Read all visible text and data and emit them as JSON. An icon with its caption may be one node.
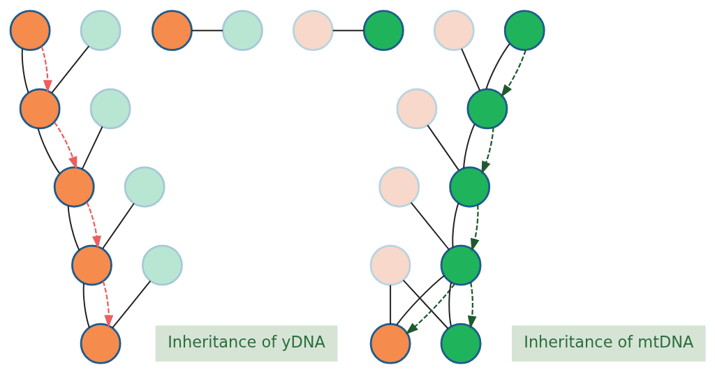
{
  "diagram": {
    "nodes": [
      {
        "text": [],
        "shape": "person"
      },
      {
        "text": [],
        "shape": "person"
      },
      {
        "text": [],
        "shape": "person"
      },
      {
        "text": [],
        "shape": "person"
      },
      {
        "text": [],
        "shape": "person"
      },
      {
        "text": [],
        "shape": "person"
      },
      {
        "text": [],
        "shape": "person"
      },
      {
        "text": [],
        "shape": "person"
      },
      {
        "text": [],
        "shape": "person"
      },
      {
        "text": [],
        "shape": "person"
      },
      {
        "text": [],
        "shape": "person"
      },
      {
        "text": [
          "Inheritance of yDNA"
        ]
      },
      {
        "text": [],
        "shape": "person"
      },
      {
        "text": [],
        "shape": "person"
      },
      {
        "text": [],
        "shape": "person"
      },
      {
        "text": [],
        "shape": "person"
      },
      {
        "text": [],
        "shape": "person"
      },
      {
        "text": [],
        "shape": "person"
      },
      {
        "text": [],
        "shape": "person"
      },
      {
        "text": [],
        "shape": "person"
      },
      {
        "text": [],
        "shape": "person"
      },
      {
        "text": [],
        "shape": "person"
      },
      {
        "text": [],
        "shape": "person"
      },
      {
        "text": [],
        "shape": "person"
      },
      {
        "text": [
          "Inheritance of mtDNA"
        ]
      }
    ],
    "edges": [
      {
        "from": 0,
        "to": 4,
        "arrow": "none"
      },
      {
        "from": 1,
        "to": 4,
        "arrow": "none"
      },
      {
        "from": 2,
        "to": 3,
        "arrow": "none"
      },
      {
        "from": 4,
        "to": 6,
        "arrow": "none"
      },
      {
        "from": 5,
        "to": 6,
        "arrow": "none"
      },
      {
        "from": 6,
        "to": 8,
        "arrow": "none"
      },
      {
        "from": 7,
        "to": 8,
        "arrow": "none"
      },
      {
        "from": 8,
        "to": 10,
        "arrow": "none"
      },
      {
        "from": 9,
        "to": 10,
        "arrow": "none"
      },
      {
        "from": 0,
        "to": 4,
        "arrow": "to",
        "style": "dashed",
        "color": "#ec5f5f"
      },
      {
        "from": 4,
        "to": 6,
        "arrow": "to",
        "style": "dashed",
        "color": "#ec5f5f"
      },
      {
        "from": 6,
        "to": 8,
        "arrow": "to",
        "style": "dashed",
        "color": "#ec5f5f"
      },
      {
        "from": 8,
        "to": 10,
        "arrow": "to",
        "style": "dashed",
        "color": "#ec5f5f"
      },
      {
        "from": 12,
        "to": 13,
        "arrow": "none"
      },
      {
        "from": 14,
        "to": 17,
        "arrow": "none"
      },
      {
        "from": 15,
        "to": 17,
        "arrow": "none"
      },
      {
        "from": 16,
        "to": 19,
        "arrow": "none"
      },
      {
        "from": 17,
        "to": 19,
        "arrow": "none"
      },
      {
        "from": 18,
        "to": 21,
        "arrow": "none"
      },
      {
        "from": 19,
        "to": 21,
        "arrow": "none"
      },
      {
        "from": 20,
        "to": 22,
        "arrow": "none"
      },
      {
        "from": 20,
        "to": 23,
        "arrow": "none"
      },
      {
        "from": 21,
        "to": 22,
        "arrow": "none"
      },
      {
        "from": 21,
        "to": 23,
        "arrow": "none"
      },
      {
        "from": 15,
        "to": 17,
        "arrow": "to",
        "style": "dashed",
        "color": "#1f5a2e"
      },
      {
        "from": 17,
        "to": 19,
        "arrow": "to",
        "style": "dashed",
        "color": "#1f5a2e"
      },
      {
        "from": 19,
        "to": 21,
        "arrow": "to",
        "style": "dashed",
        "color": "#1f5a2e"
      },
      {
        "from": 21,
        "to": 22,
        "arrow": "to",
        "style": "dashed",
        "color": "#1f5a2e"
      },
      {
        "from": 21,
        "to": 23,
        "arrow": "to",
        "style": "dashed",
        "color": "#1f5a2e"
      }
    ]
  }
}
